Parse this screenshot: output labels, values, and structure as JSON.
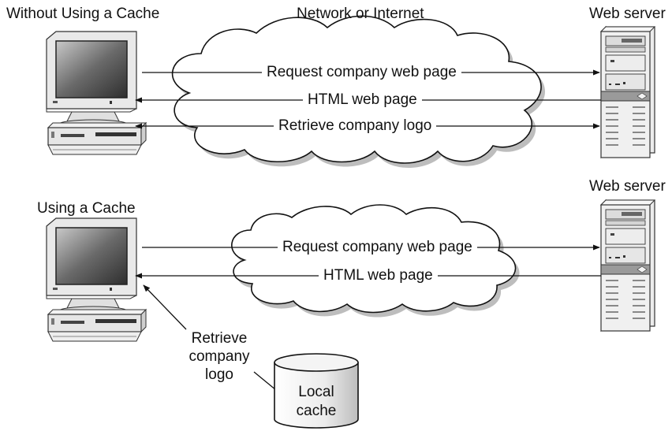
{
  "top": {
    "title": "Without Using a Cache",
    "network_label": "Network or Internet",
    "server_label": "Web server",
    "arrows": {
      "request": "Request company web page",
      "html": "HTML web page",
      "logo": "Retrieve company logo"
    }
  },
  "bottom": {
    "title": "Using a Cache",
    "server_label": "Web server",
    "arrows": {
      "request": "Request company web page",
      "html": "HTML web page"
    },
    "retrieve_label_lines": [
      "Retrieve",
      "company",
      "logo"
    ],
    "cache_label_lines": [
      "Local",
      "cache"
    ]
  },
  "icons": {
    "client": "desktop-computer-icon",
    "server": "tower-server-icon",
    "network": "cloud-icon",
    "cache": "database-cylinder-icon"
  }
}
